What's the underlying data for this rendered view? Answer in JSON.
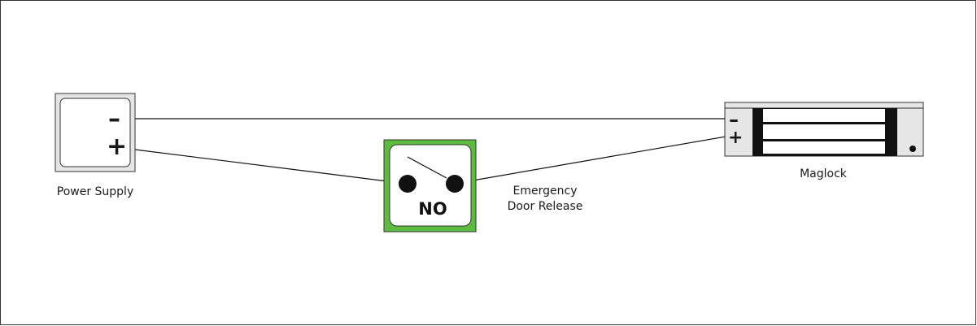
{
  "diagram": {
    "components": {
      "power_supply": {
        "label": "Power Supply",
        "minus_symbol": "–",
        "plus_symbol": "+"
      },
      "switch": {
        "label_line1": "Emergency",
        "label_line2": "Door Release",
        "contact_label": "NO",
        "accent_color": "#5cbc3e"
      },
      "maglock": {
        "label": "Maglock",
        "minus_symbol": "–",
        "plus_symbol": "+"
      }
    },
    "wires": [
      {
        "from": "power_supply.minus",
        "to": "maglock.minus"
      },
      {
        "from": "power_supply.plus",
        "to": "switch.left_terminal"
      },
      {
        "from": "switch.right_terminal",
        "to": "maglock.plus"
      }
    ]
  }
}
